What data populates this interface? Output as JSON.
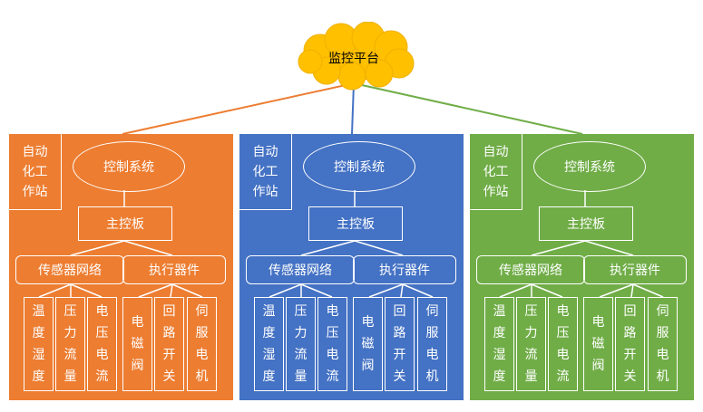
{
  "platform": {
    "label": "监控平台",
    "color": "#FFC000"
  },
  "panels": [
    {
      "color": "#ED7D31",
      "station": "自动化工作站",
      "control": "控制系统",
      "board": "主控板",
      "groups": [
        {
          "label": "传感器网络",
          "items": [
            "温度湿度",
            "压力流量",
            "电压电流"
          ]
        },
        {
          "label": "执行器件",
          "items": [
            "电磁阀",
            "回路开关",
            "伺服电机"
          ]
        }
      ]
    },
    {
      "color": "#4472C4",
      "station": "自动化工作站",
      "control": "控制系统",
      "board": "主控板",
      "groups": [
        {
          "label": "传感器网络",
          "items": [
            "温度湿度",
            "压力流量",
            "电压电流"
          ]
        },
        {
          "label": "执行器件",
          "items": [
            "电磁阀",
            "回路开关",
            "伺服电机"
          ]
        }
      ]
    },
    {
      "color": "#70AD47",
      "station": "自动化工作站",
      "control": "控制系统",
      "board": "主控板",
      "groups": [
        {
          "label": "传感器网络",
          "items": [
            "温度湿度",
            "压力流量",
            "电压电流"
          ]
        },
        {
          "label": "执行器件",
          "items": [
            "电磁阀",
            "回路开关",
            "伺服电机"
          ]
        }
      ]
    }
  ]
}
